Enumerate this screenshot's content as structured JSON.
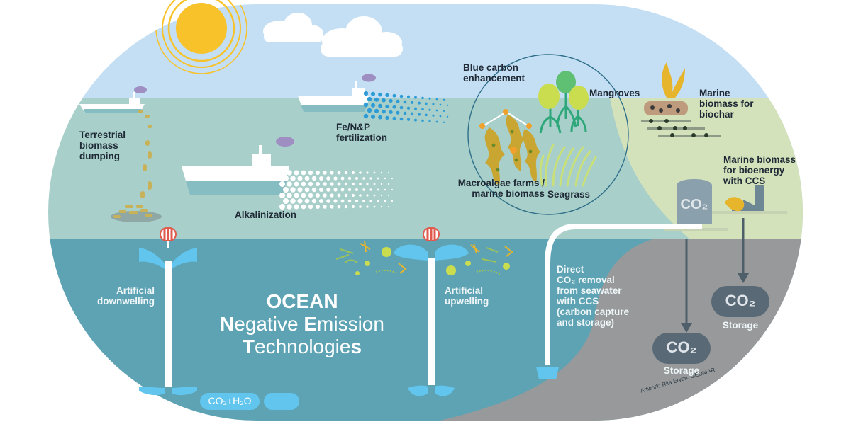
{
  "title": {
    "line1": "OCEAN",
    "line2_initial": "N",
    "line2_rest": "egative ",
    "line2_initial2": "E",
    "line2_rest2": "mission",
    "line3_initial": "T",
    "line3_rest": "echnologie",
    "line3_final": "s"
  },
  "labels": {
    "terrestrial": [
      "Terrestrial",
      "biomass",
      "dumping"
    ],
    "fertilization": [
      "Fe/N&P",
      "fertilization"
    ],
    "alkalinization": "Alkalinization",
    "blue_carbon": [
      "Blue carbon",
      "enhancement"
    ],
    "mangroves": "Mangroves",
    "macroalgae": [
      "Macroalgae farms /",
      "marine biomass"
    ],
    "seagrass": "Seagrass",
    "biochar": [
      "Marine",
      "biomass for",
      "biochar"
    ],
    "bioenergy": [
      "Marine biomass",
      "for bioenergy",
      "with CCS"
    ],
    "downwelling": [
      "Artificial",
      "downwelling"
    ],
    "upwelling": [
      "Artificial",
      "upwelling"
    ],
    "direct_removal": [
      "Direct",
      "CO₂ removal",
      "from seawater",
      "with CCS",
      "(carbon capture",
      "and storage)"
    ],
    "storage_1": "Storage",
    "storage_2": "Storage"
  },
  "co2": {
    "tank": "CO₂",
    "storage_1": "CO₂",
    "storage_2": "CO₂",
    "reaction_left": "CO₂+H₂O"
  },
  "credit": "Artwork: Rita Erven, GEOMAR",
  "colors": {
    "sky": "#c4dff3",
    "sea_surface": "#a8cfc9",
    "deep_ocean": "#5ea3b4",
    "land": "#d3e2bb",
    "ground": "#97999b",
    "sun": "#f8c22a",
    "pipe_blue": "#61c5ee",
    "label_dark": "#1f2a36"
  }
}
